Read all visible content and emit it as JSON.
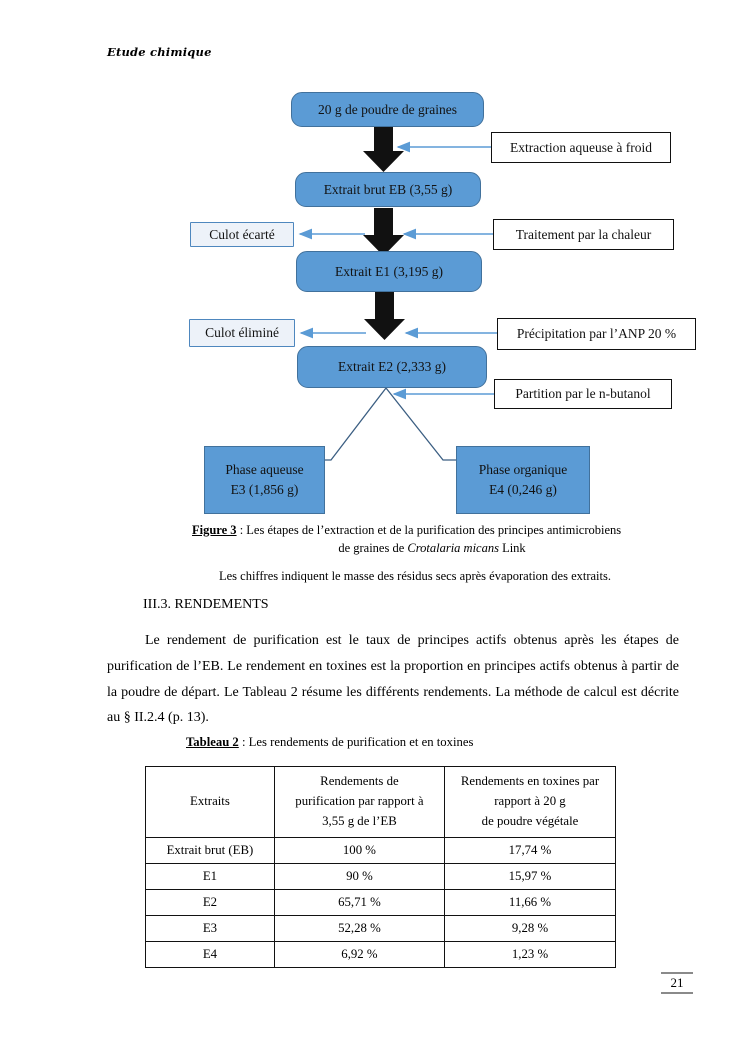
{
  "running_head": "Etude chimique",
  "flowchart": {
    "nodes": [
      {
        "id": "start",
        "label": "20 g de poudre de graines"
      },
      {
        "id": "eb",
        "label": "Extrait brut EB (3,55 g)"
      },
      {
        "id": "e1",
        "label": "Extrait E1 (3,195 g)"
      },
      {
        "id": "e2",
        "label": "Extrait E2 (2,333 g)"
      },
      {
        "id": "e3_l1",
        "label": "Phase aqueuse"
      },
      {
        "id": "e3_l2",
        "label": "E3 (1,856 g)"
      },
      {
        "id": "e4_l1",
        "label": "Phase organique"
      },
      {
        "id": "e4_l2",
        "label": "E4 (0,246 g)"
      }
    ],
    "residues": [
      {
        "id": "culot_ecarte",
        "label": "Culot écarté"
      },
      {
        "id": "culot_elimine",
        "label": "Culot éliminé"
      }
    ],
    "callouts": [
      {
        "id": "extraction",
        "label": "Extraction aqueuse à froid"
      },
      {
        "id": "traitement",
        "label": "Traitement par la chaleur"
      },
      {
        "id": "precipitation",
        "label": "Précipitation par l’ANP 20 %"
      },
      {
        "id": "partition",
        "label": "Partition par le n-butanol"
      }
    ],
    "colors": {
      "process_fill": "#5B9BD5",
      "process_border": "#41719C",
      "residue_fill": "#EDF2F9",
      "residue_border": "#4E87BE",
      "arrow_blue": "#5B9BD5",
      "arrow_black": "#111111",
      "connector_line": "#3B5E82"
    }
  },
  "figure_caption": {
    "label": "Figure 3",
    "sep": " : ",
    "line1": "Les étapes de l’extraction et de la purification des principes antimicrobiens",
    "line2_pre": "de graines de ",
    "line2_italic": "Crotalaria micans",
    "line2_post": " Link",
    "line3": "Les chiffres indiquent le masse des résidus secs après évaporation des extraits."
  },
  "section": {
    "heading": "III.3. RENDEMENTS",
    "paragraph": "Le rendement de purification est le taux de principes actifs obtenus après les étapes de purification de l’EB. Le rendement en toxines est la proportion en principes actifs obtenus à partir de la poudre de départ. Le Tableau 2 résume les différents rendements. La méthode de calcul est décrite au § II.2.4 (p. 13)."
  },
  "table_caption": {
    "label": "Tableau 2",
    "text": " : Les rendements de purification et en toxines"
  },
  "table": {
    "headers": [
      {
        "lines": [
          "Extraits"
        ]
      },
      {
        "lines": [
          "Rendements de",
          "purification par rapport à",
          "3,55 g de l’EB"
        ]
      },
      {
        "lines": [
          "Rendements en toxines par",
          "rapport à 20 g",
          "de poudre végétale"
        ]
      }
    ],
    "rows": [
      {
        "extrait": "Extrait brut (EB)",
        "purification": "100 %",
        "toxines": "17,74 %"
      },
      {
        "extrait": "E1",
        "purification": "90 %",
        "toxines": "15,97 %"
      },
      {
        "extrait": "E2",
        "purification": "65,71 %",
        "toxines": "11,66 %"
      },
      {
        "extrait": "E3",
        "purification": "52,28 %",
        "toxines": "9,28 %"
      },
      {
        "extrait": "E4",
        "purification": "6,92 %",
        "toxines": "1,23 %"
      }
    ]
  },
  "page_number": "21"
}
